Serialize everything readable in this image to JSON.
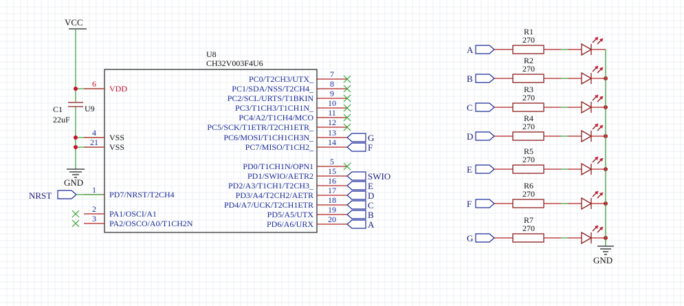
{
  "power": {
    "vcc": "VCC",
    "gnd": "GND"
  },
  "c1": {
    "designator": "C1",
    "value": "22uF"
  },
  "ic": {
    "designator": "U8",
    "part": "CH32V003F4U6",
    "sublabel": "U9"
  },
  "nrst": {
    "label": "NRST"
  },
  "left_pins": [
    {
      "num": "6",
      "name": "VDD",
      "color": "red"
    },
    {
      "num": "4",
      "name": "VSS",
      "color": "dark"
    },
    {
      "num": "21",
      "name": "VSS",
      "color": "dark"
    },
    {
      "num": "1",
      "name": "PD7/NRST/T2CH4",
      "color": "blue"
    },
    {
      "num": "2",
      "name": "PA1/OSCI/A1",
      "color": "blue",
      "nc": true
    },
    {
      "num": "3",
      "name": "PA2/OSCO/A0/T1CH2N",
      "color": "blue",
      "nc": true
    }
  ],
  "right_pins": [
    {
      "num": "7",
      "name": "PC0/T2CH3/UTX_",
      "nc": true,
      "net": ""
    },
    {
      "num": "8",
      "name": "PC1/SDA/NSS/T2CH4_",
      "nc": true,
      "net": ""
    },
    {
      "num": "9",
      "name": "PC2/SCL/URTS/T1BKIN",
      "nc": true,
      "net": ""
    },
    {
      "num": "10",
      "name": "PC3/T1CH3/T1CH1N_",
      "nc": true,
      "net": ""
    },
    {
      "num": "11",
      "name": "PC4/A2/T1CH4/MCO",
      "nc": true,
      "net": ""
    },
    {
      "num": "12",
      "name": "PC5/SCK/T1ETR/T2CH1ETR_",
      "nc": true,
      "net": ""
    },
    {
      "num": "13",
      "name": "PC6/MOSI/T1CH1CH3N_",
      "nc": false,
      "net": "G"
    },
    {
      "num": "14",
      "name": "PC7/MISO/T1CH2_",
      "nc": false,
      "net": "F"
    },
    {
      "num": "5",
      "name": "PD0/T1CH1N/OPN1",
      "nc": true,
      "net": ""
    },
    {
      "num": "15",
      "name": "PD1/SWIO/AETR2",
      "nc": false,
      "net": "SWIO"
    },
    {
      "num": "16",
      "name": "PD2/A3/T1CH1/T2CH3_",
      "nc": false,
      "net": "E"
    },
    {
      "num": "17",
      "name": "PD3/A4/T2CH2/AETR",
      "nc": false,
      "net": "D"
    },
    {
      "num": "18",
      "name": "PD4/A7/UCK/T2CH1ETR",
      "nc": false,
      "net": "C"
    },
    {
      "num": "19",
      "name": "PD5/A5/UTX",
      "nc": false,
      "net": "B"
    },
    {
      "num": "20",
      "name": "PD6/A6/URX",
      "nc": false,
      "net": "A"
    }
  ],
  "leds": [
    {
      "net": "A",
      "resistor": "R1",
      "value": "270"
    },
    {
      "net": "B",
      "resistor": "R2",
      "value": "270"
    },
    {
      "net": "C",
      "resistor": "R3",
      "value": "270"
    },
    {
      "net": "D",
      "resistor": "R4",
      "value": "270"
    },
    {
      "net": "E",
      "resistor": "R5",
      "value": "270"
    },
    {
      "net": "F",
      "resistor": "R6",
      "value": "270"
    },
    {
      "net": "G",
      "resistor": "R7",
      "value": "270"
    }
  ],
  "colors": {
    "wire": "#3aa53a",
    "pin": "#b22222",
    "label": "#1a2b9a",
    "junction": "#c8102e"
  }
}
